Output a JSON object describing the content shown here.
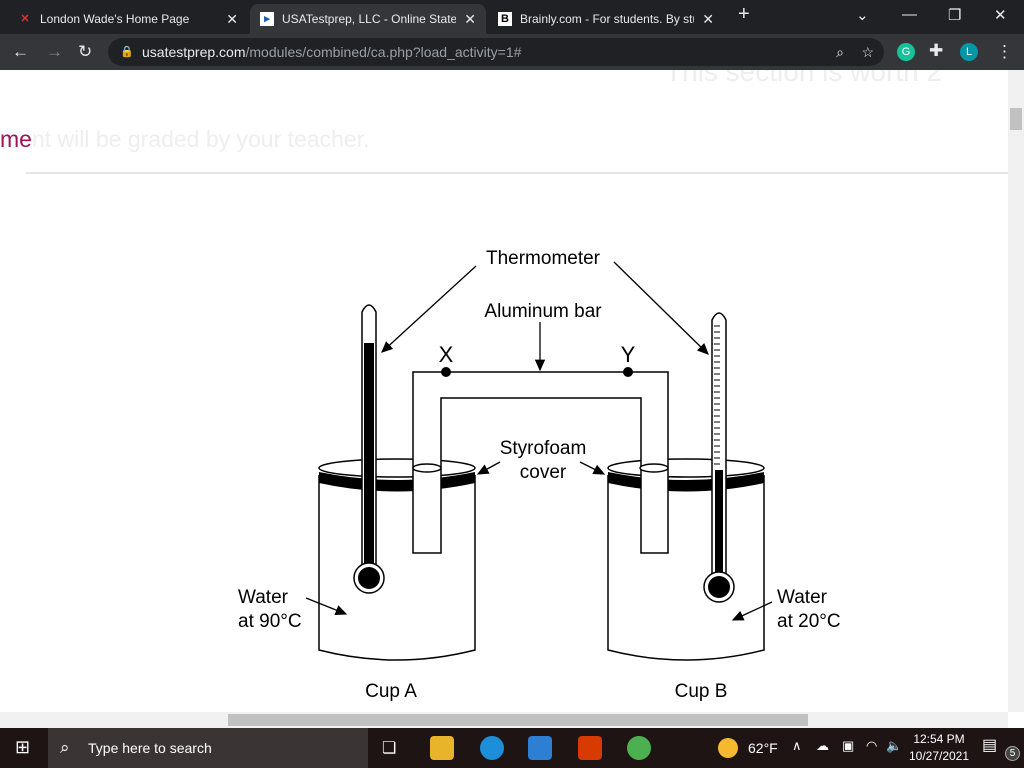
{
  "browser": {
    "tabs": [
      {
        "title": "London Wade's Home Page",
        "icon": "x-logo-icon"
      },
      {
        "title": "USATestprep, LLC - Online State-Sp",
        "icon": "usatestprep-icon",
        "active": true
      },
      {
        "title": "Brainly.com - For students. By stu",
        "icon": "brainly-icon"
      }
    ],
    "url_host": "usatestprep.com",
    "url_path": "/modules/combined/ca.php?load_activity=1#",
    "profile_initial": "L",
    "grammarly_initial": "G"
  },
  "page": {
    "faint_header": "This section is worth 2",
    "faint_line_prefix": "me",
    "faint_line": "nt will be graded by your teacher."
  },
  "diagram": {
    "thermometer": "Thermometer",
    "aluminum_bar": "Aluminum bar",
    "x": "X",
    "y": "Y",
    "styrofoam1": "Styrofoam",
    "styrofoam2": "cover",
    "water_a1": "Water",
    "water_a2": "at 90°C",
    "water_b1": "Water",
    "water_b2": "at 20°C",
    "cup_a": "Cup A",
    "cup_b": "Cup B"
  },
  "taskbar": {
    "search_placeholder": "Type here to search",
    "weather": "62°F",
    "time": "12:54 PM",
    "date": "10/27/2021",
    "notifications": "5"
  }
}
